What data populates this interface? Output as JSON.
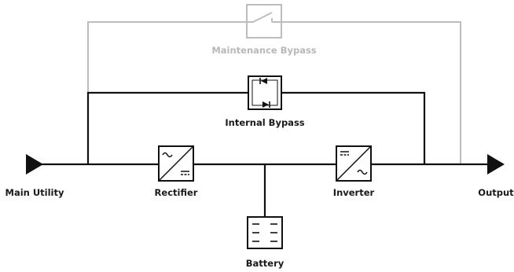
{
  "labels": {
    "main_utility": "Main Utility",
    "output": "Output",
    "rectifier": "Rectifier",
    "inverter": "Inverter",
    "battery": "Battery",
    "internal_bypass": "Internal Bypass",
    "maintenance_bypass": "Maintenance Bypass"
  },
  "colors": {
    "primary_line": "#111111",
    "inactive_line": "#bdbdbd"
  },
  "icons": {
    "rectifier": "ac-to-dc-icon",
    "inverter": "dc-to-ac-icon",
    "battery": "battery-icon",
    "internal_bypass": "static-switch-thyristor-icon",
    "maintenance_bypass": "manual-switch-icon",
    "input": "input-arrow-icon",
    "output": "output-arrow-icon"
  }
}
